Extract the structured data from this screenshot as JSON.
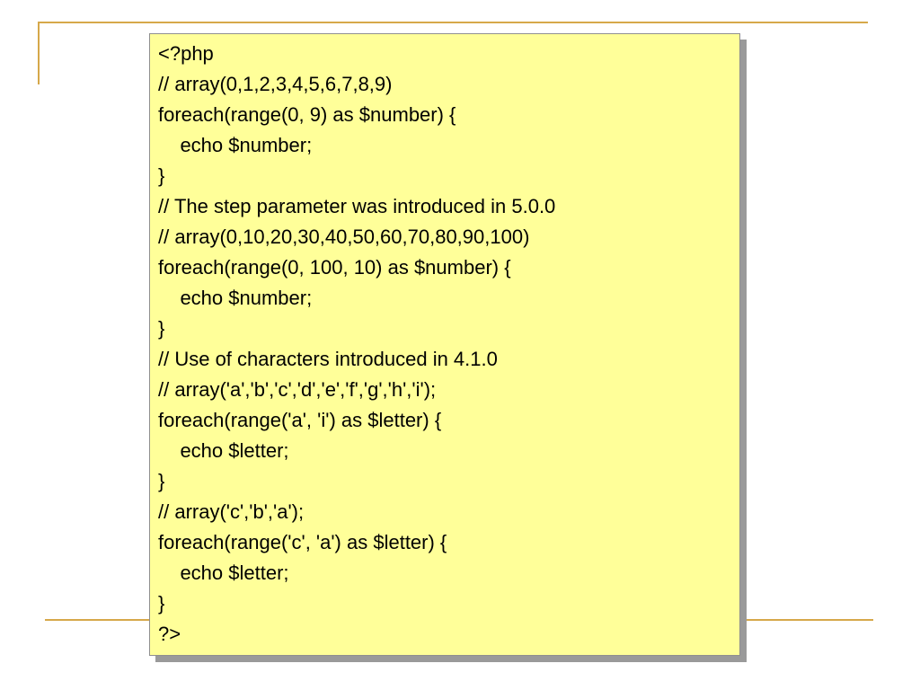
{
  "slide": {
    "code_lines": [
      "<?php",
      "// array(0,1,2,3,4,5,6,7,8,9)",
      "foreach(range(0, 9) as $number) {",
      "    echo $number;",
      "}",
      "// The step parameter was introduced in 5.0.0",
      "// array(0,10,20,30,40,50,60,70,80,90,100)",
      "foreach(range(0, 100, 10) as $number) {",
      "    echo $number;",
      "}",
      "// Use of characters introduced in 4.1.0",
      "// array('a','b','c','d','e','f','g','h','i');",
      "foreach(range('a', 'i') as $letter) {",
      "    echo $letter;",
      "}",
      "// array('c','b','a');",
      "foreach(range('c', 'a') as $letter) {",
      "    echo $letter;",
      "}",
      "?>"
    ]
  },
  "colors": {
    "code_box_background": "#ffff99",
    "accent_rule": "#d6a84a",
    "shadow": "#9a9a9a"
  }
}
